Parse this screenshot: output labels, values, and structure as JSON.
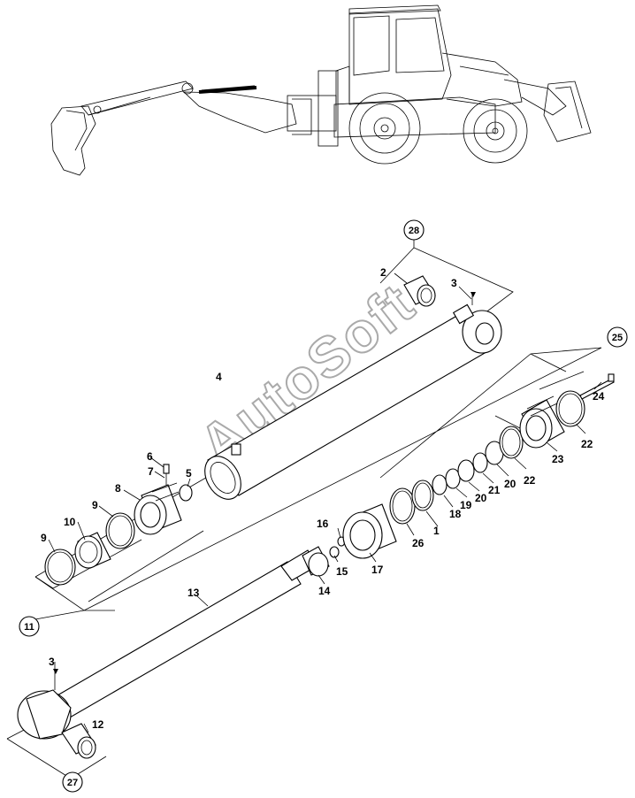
{
  "watermark": "AutoSoft",
  "parts": [
    {
      "id": "num-1",
      "text": "1"
    },
    {
      "id": "num-2",
      "text": "2"
    },
    {
      "id": "num-3a",
      "text": "3"
    },
    {
      "id": "num-3b",
      "text": "3"
    },
    {
      "id": "num-4",
      "text": "4"
    },
    {
      "id": "num-5",
      "text": "5"
    },
    {
      "id": "num-6",
      "text": "6"
    },
    {
      "id": "num-7",
      "text": "7"
    },
    {
      "id": "num-8",
      "text": "8"
    },
    {
      "id": "num-9a",
      "text": "9"
    },
    {
      "id": "num-9b",
      "text": "9"
    },
    {
      "id": "num-10",
      "text": "10"
    },
    {
      "id": "num-12",
      "text": "12"
    },
    {
      "id": "num-13",
      "text": "13"
    },
    {
      "id": "num-14",
      "text": "14"
    },
    {
      "id": "num-15",
      "text": "15"
    },
    {
      "id": "num-16",
      "text": "16"
    },
    {
      "id": "num-17",
      "text": "17"
    },
    {
      "id": "num-18",
      "text": "18"
    },
    {
      "id": "num-19",
      "text": "19"
    },
    {
      "id": "num-20a",
      "text": "20"
    },
    {
      "id": "num-20b",
      "text": "20"
    },
    {
      "id": "num-21",
      "text": "21"
    },
    {
      "id": "num-22a",
      "text": "22"
    },
    {
      "id": "num-22b",
      "text": "22"
    },
    {
      "id": "num-23",
      "text": "23"
    },
    {
      "id": "num-24",
      "text": "24"
    },
    {
      "id": "num-26",
      "text": "26"
    }
  ],
  "callouts": [
    {
      "id": "callout-11",
      "text": "11"
    },
    {
      "id": "callout-25",
      "text": "25"
    },
    {
      "id": "callout-27",
      "text": "27"
    },
    {
      "id": "callout-28",
      "text": "28"
    }
  ]
}
